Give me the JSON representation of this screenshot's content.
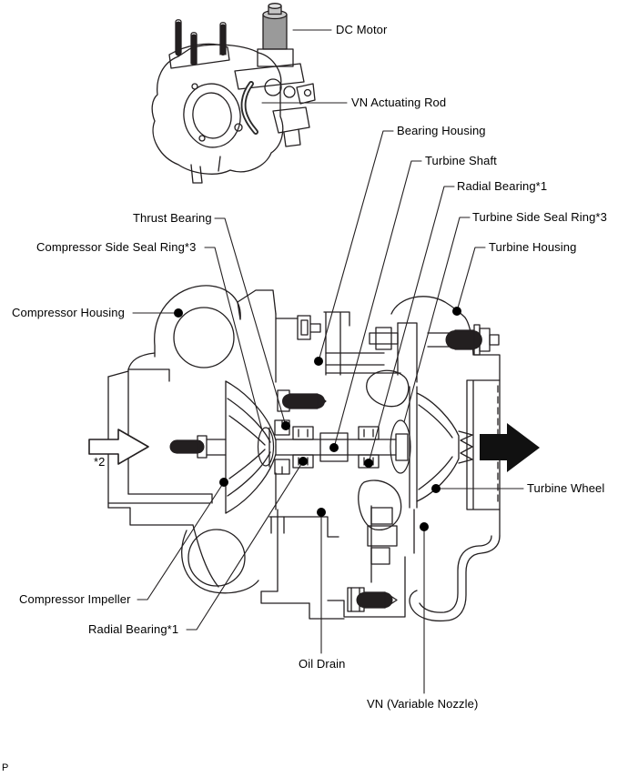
{
  "figure": {
    "kind": "turbocharger-sectional-illustration",
    "views": {
      "isometric": "turbocharger assembly external view",
      "section": "turbocharger cross-section view"
    },
    "colors": {
      "line": "#231f20",
      "background": "#ffffff",
      "text": "#000000",
      "callout_dot": "#000000"
    },
    "icons": {
      "inlet_arrow": "open-right-arrow",
      "outlet_arrow": "solid-right-arrow"
    }
  },
  "labels": {
    "dc_motor": "DC Motor",
    "vn_actuating_rod": "VN Actuating Rod",
    "bearing_housing": "Bearing Housing",
    "turbine_shaft": "Turbine Shaft",
    "radial_bearing_top": "Radial Bearing*1",
    "turbine_side_seal_ring": "Turbine Side Seal Ring*3",
    "turbine_housing": "Turbine Housing",
    "thrust_bearing": "Thrust Bearing",
    "compressor_side_seal_ring": "Compressor Side Seal Ring*3",
    "compressor_housing": "Compressor Housing",
    "inlet_note": "*2",
    "turbine_wheel": "Turbine Wheel",
    "compressor_impeller": "Compressor Impeller",
    "radial_bearing_bottom": "Radial Bearing*1",
    "oil_drain": "Oil Drain",
    "vn_variable_nozzle": "VN (Variable Nozzle)"
  },
  "footer": {
    "mark": "P"
  }
}
